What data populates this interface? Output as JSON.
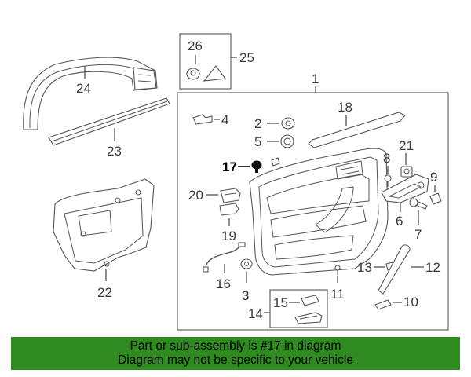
{
  "diagram": {
    "callouts": {
      "c1": "1",
      "c2": "2",
      "c3": "3",
      "c4": "4",
      "c5": "5",
      "c6": "6",
      "c7": "7",
      "c8": "8",
      "c9": "9",
      "c10": "10",
      "c11": "11",
      "c12": "12",
      "c13": "13",
      "c14": "14",
      "c15": "15",
      "c16": "16",
      "c17": "17",
      "c18": "18",
      "c19": "19",
      "c20": "20",
      "c21": "21",
      "c22": "22",
      "c23": "23",
      "c24": "24",
      "c25": "25",
      "c26": "26"
    },
    "highlighted_part": "17"
  },
  "banner": {
    "line1": "Part or sub-assembly is #17 in diagram",
    "line2": "Diagram may not be specific to your vehicle",
    "color": "#2f8a1f"
  }
}
